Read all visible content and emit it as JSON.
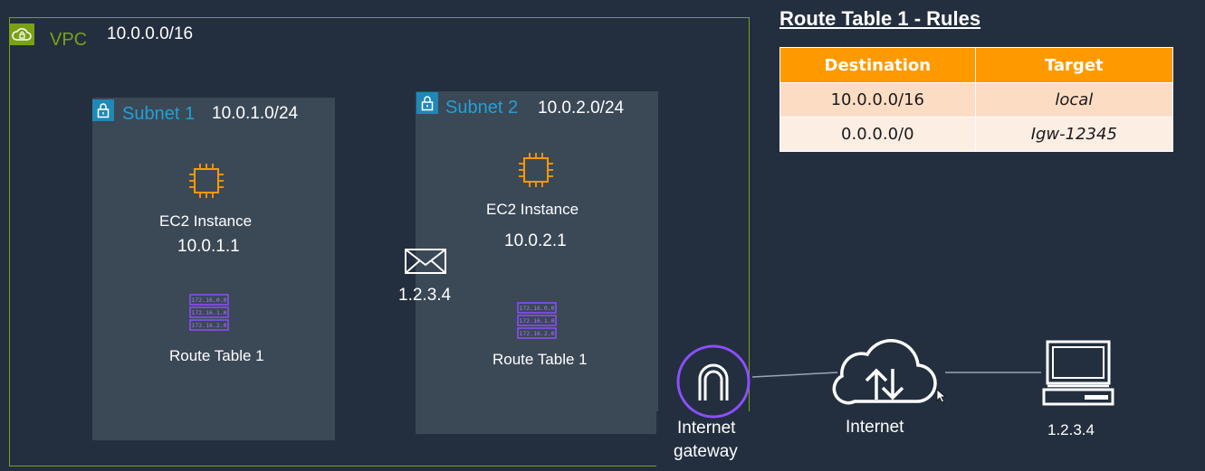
{
  "vpc": {
    "label": "VPC",
    "cidr": "10.0.0.0/16",
    "border_color": "#7aa116"
  },
  "subnets": [
    {
      "name": "Subnet 1",
      "cidr": "10.0.1.0/24",
      "instance_label": "EC2 Instance",
      "instance_ip": "10.0.1.1",
      "route_table_label": "Route Table 1",
      "route_table_icon_lines": [
        "172.16.0.0",
        "172.16.1.0",
        "172.16.2.0"
      ]
    },
    {
      "name": "Subnet 2",
      "cidr": "10.0.2.0/24",
      "instance_label": "EC2 Instance",
      "instance_ip": "10.0.2.1",
      "route_table_label": "Route Table 1",
      "route_table_icon_lines": [
        "172.16.0.0",
        "172.16.1.0",
        "172.16.2.0"
      ]
    }
  ],
  "packet": {
    "icon": "envelope-icon",
    "address": "1.2.3.4"
  },
  "internet_gateway": {
    "line1": "Internet",
    "line2": "gateway",
    "color": "#8c4fff"
  },
  "internet": {
    "label": "Internet",
    "icon": "cloud-upload-download-icon"
  },
  "client": {
    "label": "1.2.3.4",
    "icon": "computer-icon"
  },
  "route_table_rules": {
    "title": "Route Table 1 - Rules",
    "headers": [
      "Destination",
      "Target"
    ],
    "rows": [
      {
        "destination": "10.0.0.0/16",
        "target": "local"
      },
      {
        "destination": "0.0.0.0/0",
        "target": "Igw-12345"
      }
    ],
    "header_color": "#ff9900"
  },
  "colors": {
    "background": "#232f3e",
    "subnet_fill": "#3b4856",
    "subnet_accent": "#22a1d6",
    "ec2_orange": "#ff9900",
    "route_table_purple": "#8c4fff"
  }
}
